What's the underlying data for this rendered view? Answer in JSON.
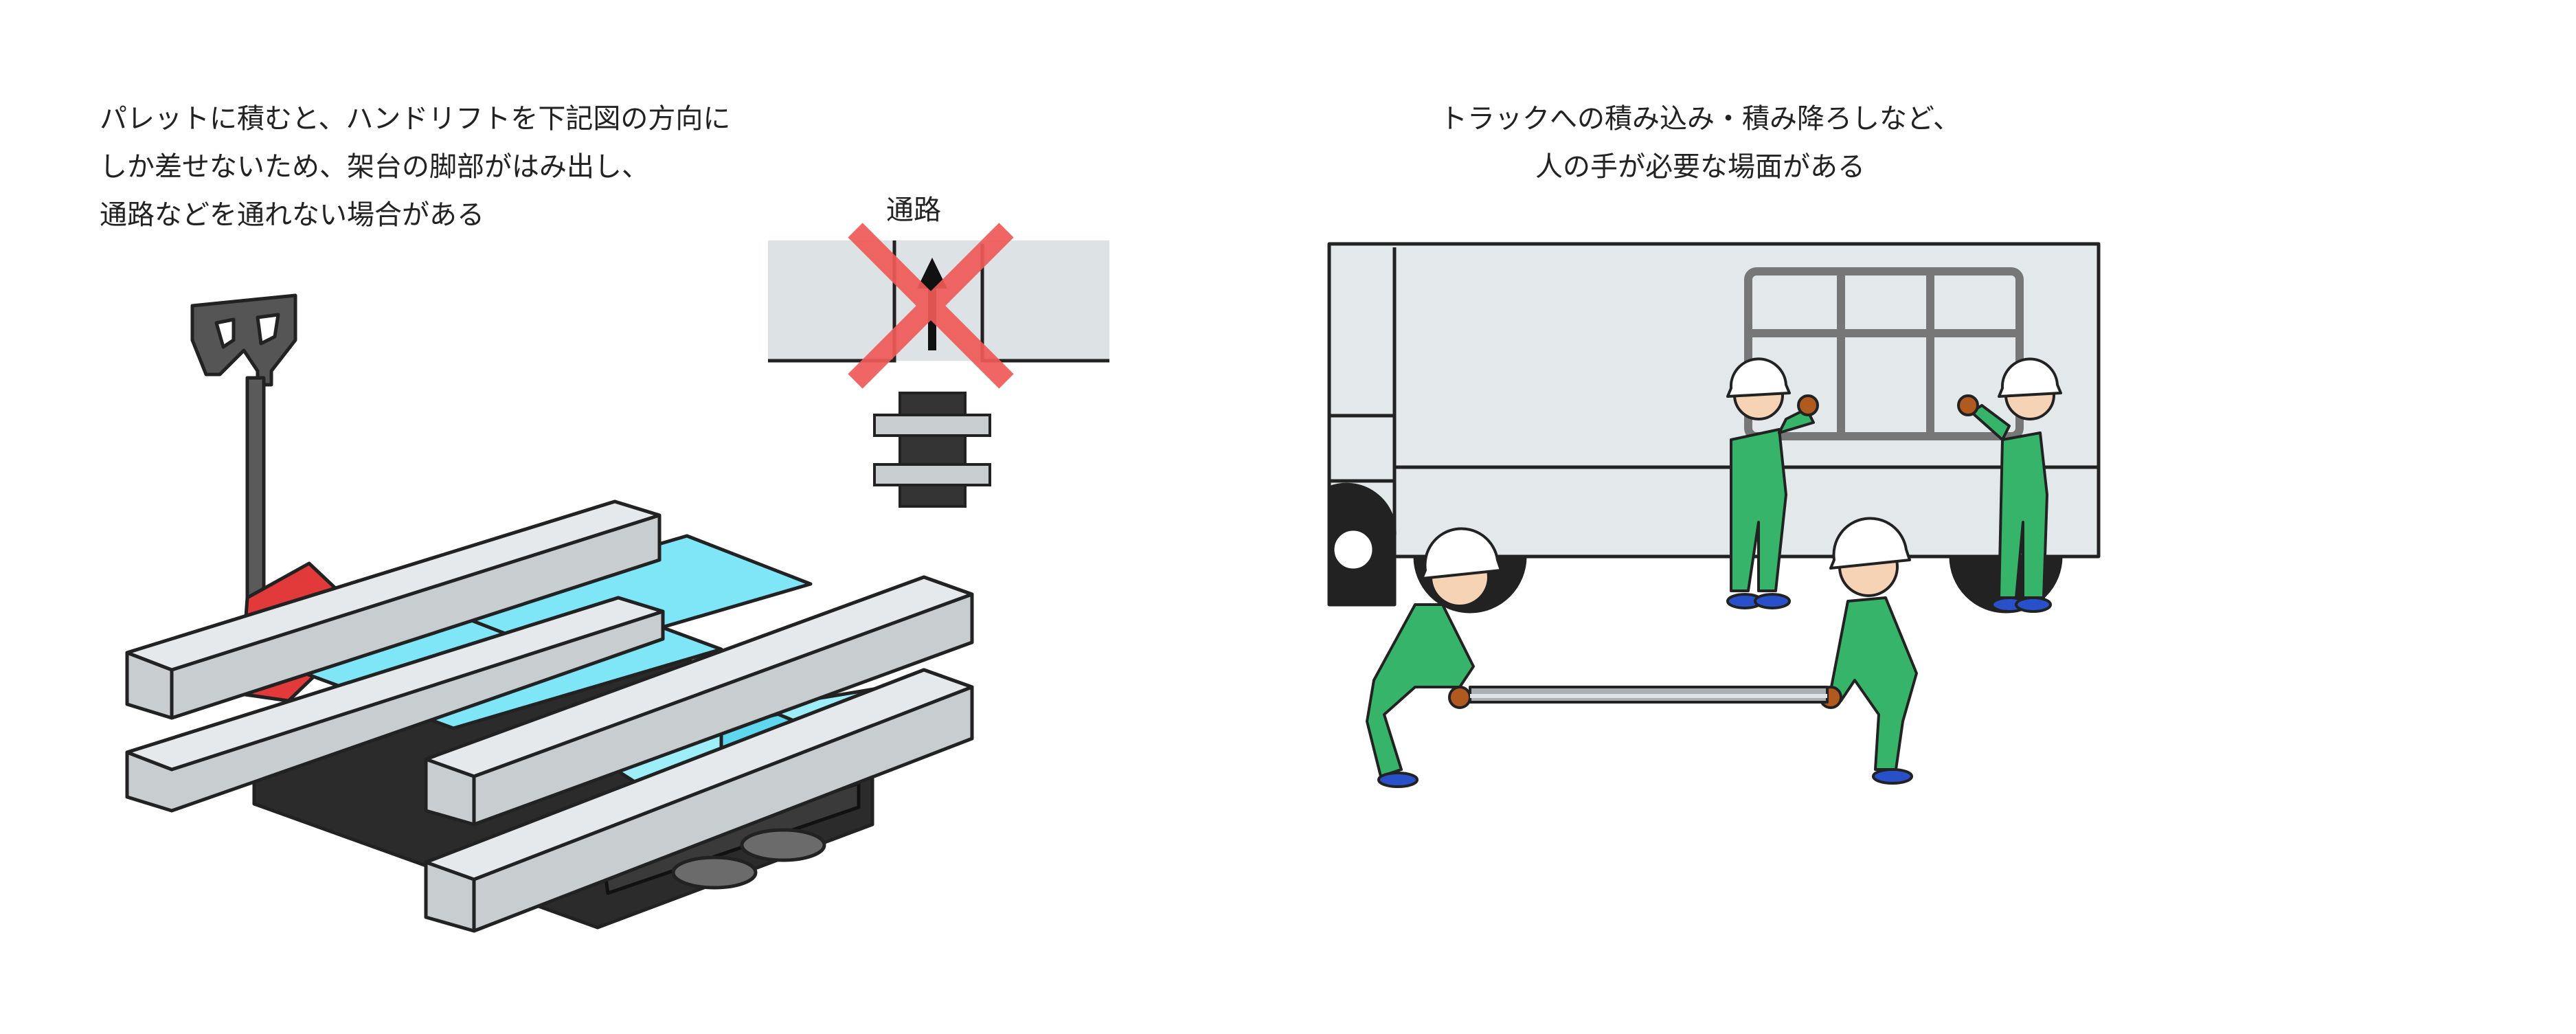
{
  "left_caption": {
    "lines": [
      "パレットに積むと、ハンドリフトを下記図の方向に",
      "しか差せないため、架台の脚部がはみ出し、",
      "通路などを通れない場合がある"
    ]
  },
  "aisle_label": "通路",
  "right_caption": {
    "lines": [
      "トラックへの積み込み・積み降ろしなど、",
      "人の手が必要な場面がある"
    ]
  },
  "colors": {
    "beam": "#c8cdd0",
    "pallet": "#7fe6f7",
    "lift_body": "#2b2b2b",
    "lift_red": "#e23a3a",
    "aisle": "#dde3e5",
    "cross": "#ef5a57",
    "truck": "#e3e8ea",
    "worker_suit": "#35b46a",
    "helmet": "#ffffff"
  },
  "icons": [
    "hand-lift-illustration",
    "cross-mark-icon",
    "arrow-up-icon",
    "truck-illustration",
    "worker-figure"
  ]
}
